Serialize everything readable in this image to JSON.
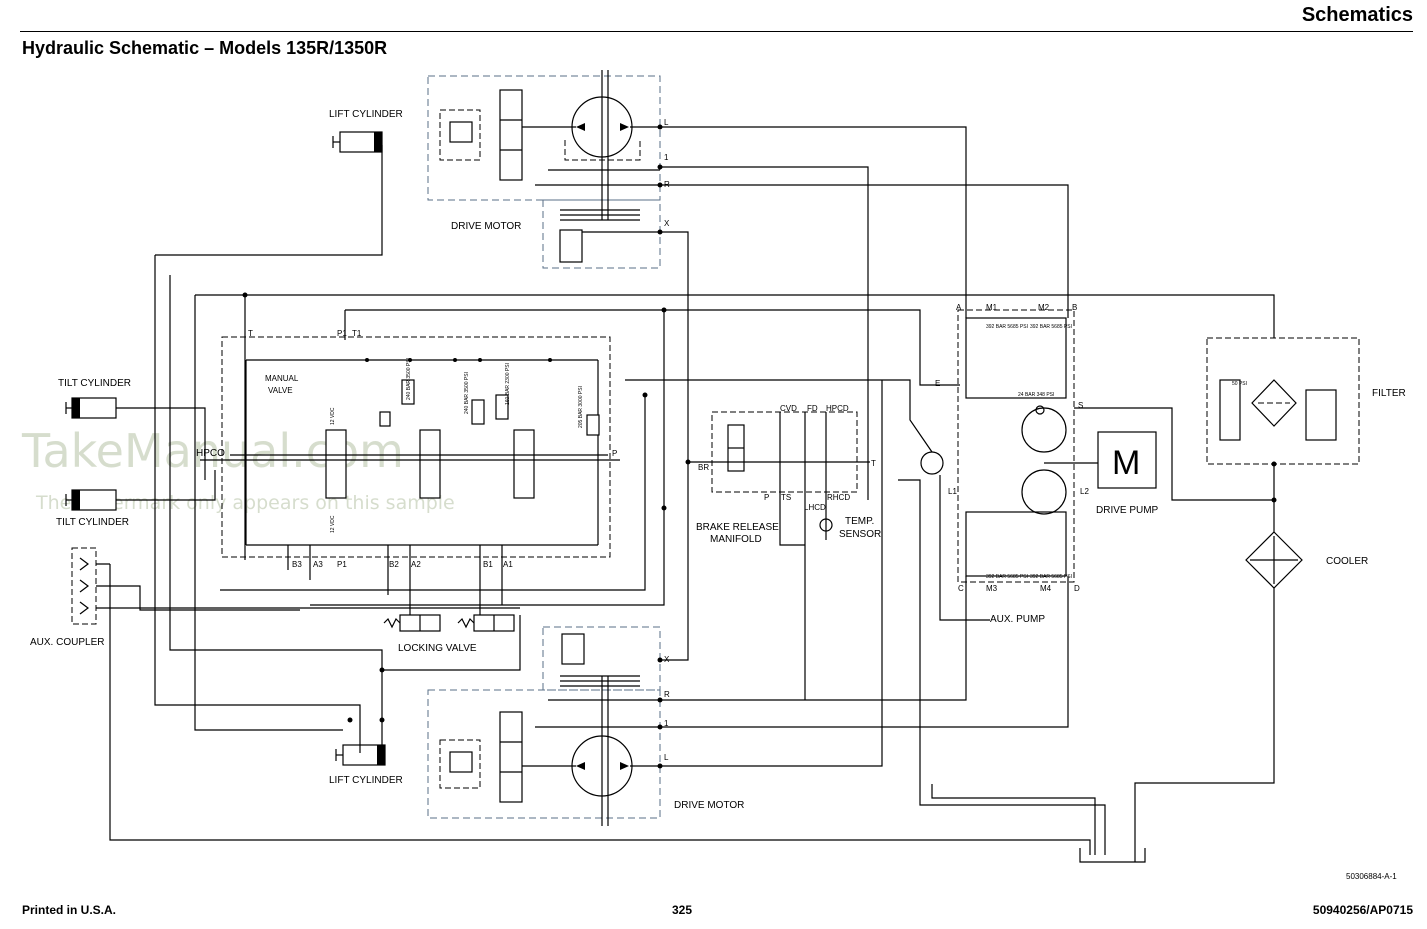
{
  "header": {
    "section_title": "Schematics",
    "page_heading": "Hydraulic Schematic – Models 135R/1350R"
  },
  "footer": {
    "printed": "Printed in U.S.A.",
    "page_number": "325",
    "doc_id": "50940256/AP0715"
  },
  "watermark": {
    "main": "TakeManual.com",
    "sub": "The watermark only appears on this sample"
  },
  "diagram": {
    "figure_id": "50306884-A-1",
    "components": {
      "lift_cylinder_top": "LIFT CYLINDER",
      "lift_cylinder_bottom": "LIFT CYLINDER",
      "tilt_cylinder_top": "TILT CYLINDER",
      "tilt_cylinder_bottom": "TILT CYLINDER",
      "aux_coupler": "AUX. COUPLER",
      "drive_motor_top": "DRIVE MOTOR",
      "drive_motor_bottom": "DRIVE MOTOR",
      "manual_valve_line1": "MANUAL",
      "manual_valve_line2": "VALVE",
      "locking_valve": "LOCKING VALVE",
      "brake_release_line1": "BRAKE RELEASE",
      "brake_release_line2": "MANIFOLD",
      "temp_sensor_line1": "TEMP.",
      "temp_sensor_line2": "SENSOR",
      "aux_pump": "AUX. PUMP",
      "drive_pump": "DRIVE PUMP",
      "motor_symbol": "M",
      "filter": "FILTER",
      "cooler": "COOLER"
    },
    "ports": {
      "L": "L",
      "one": "1",
      "R": "R",
      "X": "X",
      "T": "T",
      "P1": "P1",
      "T1": "T1",
      "P": "P",
      "HPCO": "HPCO",
      "B3": "B3",
      "A3": "A3",
      "P1b": "P1",
      "B2": "B2",
      "A2": "A2",
      "B1": "B1",
      "A1": "A1",
      "CVD": "CVD",
      "FD": "FD",
      "HPCD": "HPCD",
      "BR": "BR",
      "Pb": "P",
      "TS": "TS",
      "LHCD": "LHCD",
      "RHCD": "RHCD",
      "Tb": "T",
      "A": "A",
      "M1": "M1",
      "M2": "M2",
      "B": "B",
      "E": "E",
      "S": "S",
      "L1": "L1",
      "L2": "L2",
      "C": "C",
      "M3": "M3",
      "M4": "M4",
      "D": "D"
    },
    "valve_ratings": {
      "v1": "240 BAR 3500 PSI",
      "v2": "240 BAR 3500 PSI",
      "v3": "160 BAR 2300 PSI",
      "v4": "205 BAR 3000 PSI",
      "filter_bypass": "50 PSI"
    },
    "solenoid_voltage_top": "12 VDC",
    "solenoid_voltage_bottom": "12 VDC",
    "pump_relief_small": [
      "392 BAR 5685 PSI",
      "392 BAR 5685 PSI",
      "392 BAR 5685 PSI",
      "392 BAR 5685 PSI",
      "24 BAR 348 PSI"
    ]
  }
}
